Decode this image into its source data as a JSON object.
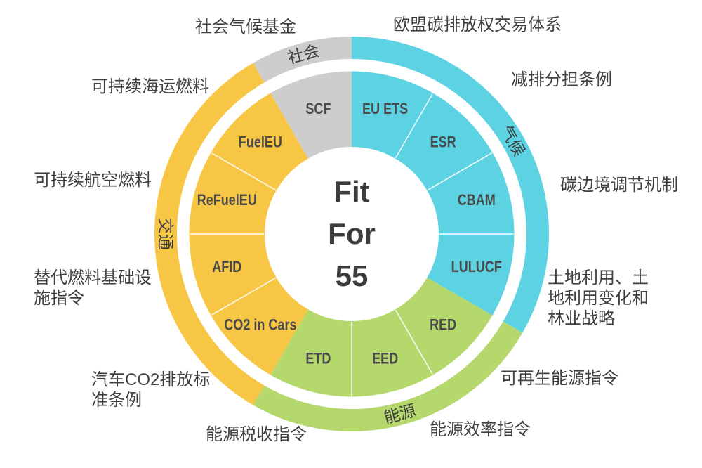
{
  "title": {
    "lines": [
      "Fit",
      "For",
      "55"
    ]
  },
  "wheel": {
    "categories": [
      {
        "id": "climate",
        "label": "气候",
        "color": "#5dd2e3",
        "start": 0,
        "end": 120
      },
      {
        "id": "energy",
        "label": "能源",
        "color": "#b5d86c",
        "start": 120,
        "end": 210
      },
      {
        "id": "transport",
        "label": "交通",
        "color": "#f7c644",
        "start": 210,
        "end": 330
      },
      {
        "id": "social",
        "label": "社会",
        "color": "#cdcdcd",
        "start": 330,
        "end": 360
      }
    ],
    "segments": [
      {
        "id": "eu-ets",
        "label": "EU ETS",
        "category": "climate"
      },
      {
        "id": "esr",
        "label": "ESR",
        "category": "climate"
      },
      {
        "id": "cbam",
        "label": "CBAM",
        "category": "climate"
      },
      {
        "id": "lulucf",
        "label": "LULUCF",
        "category": "climate"
      },
      {
        "id": "red",
        "label": "RED",
        "category": "energy"
      },
      {
        "id": "eed",
        "label": "EED",
        "category": "energy"
      },
      {
        "id": "etd",
        "label": "ETD",
        "category": "energy"
      },
      {
        "id": "co2-in-cars",
        "label": "CO2 in Cars",
        "category": "transport"
      },
      {
        "id": "afid",
        "label": "AFID",
        "category": "transport"
      },
      {
        "id": "refueleu",
        "label": "ReFuelEU",
        "category": "transport"
      },
      {
        "id": "fueleu",
        "label": "FuelEU",
        "category": "transport"
      },
      {
        "id": "scf",
        "label": "SCF",
        "category": "social"
      }
    ]
  },
  "callouts": [
    {
      "id": "scf",
      "lines": [
        "社会气候基金"
      ]
    },
    {
      "id": "eu-ets",
      "lines": [
        "欧盟碳排放权交易体系"
      ]
    },
    {
      "id": "esr",
      "lines": [
        "减排分担条例"
      ]
    },
    {
      "id": "cbam",
      "lines": [
        "碳边境调节机制"
      ]
    },
    {
      "id": "lulucf",
      "lines": [
        "土地利用、土",
        "地利用变化和",
        "林业战略"
      ]
    },
    {
      "id": "red",
      "lines": [
        "可再生能源指令"
      ]
    },
    {
      "id": "eed",
      "lines": [
        "能源效率指令"
      ]
    },
    {
      "id": "etd",
      "lines": [
        "能源税收指令"
      ]
    },
    {
      "id": "co2-in-cars",
      "lines": [
        "汽车CO2排放标",
        "准条例"
      ]
    },
    {
      "id": "afid",
      "lines": [
        "替代燃料基础设",
        "施指令"
      ]
    },
    {
      "id": "refueleu",
      "lines": [
        "可持续航空燃料"
      ]
    },
    {
      "id": "fueleu",
      "lines": [
        "可持续海运燃料"
      ]
    }
  ]
}
